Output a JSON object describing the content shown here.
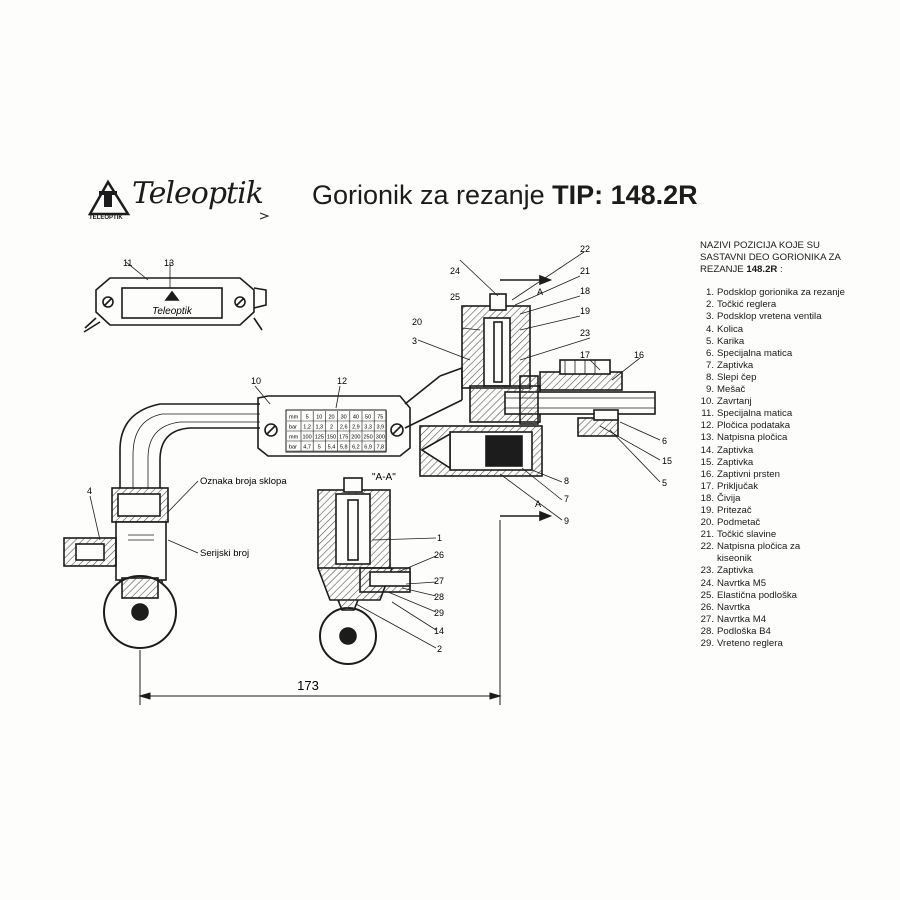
{
  "header": {
    "title_prefix": "Gorionik za rezanje ",
    "title_bold": "TIP: 148.2R",
    "logo_text": "Teleoptik",
    "logo_subtext": "TELEOPTIK"
  },
  "legend": {
    "heading_line1": "NAZIVI POZICIJA KOJE SU",
    "heading_line2": "SASTAVNI DEO GORIONIKA ZA",
    "heading_line3": "REZANJE ",
    "heading_bold": "148.2R",
    "heading_tail": " :",
    "items": [
      {
        "n": "1.",
        "label": "Podsklop gorionika za rezanje"
      },
      {
        "n": "2.",
        "label": "Točkić reglera"
      },
      {
        "n": "3.",
        "label": "Podsklop vretena ventila"
      },
      {
        "n": "4.",
        "label": "Kolica"
      },
      {
        "n": "5.",
        "label": "Karika"
      },
      {
        "n": "6.",
        "label": "Specijalna matica"
      },
      {
        "n": "7.",
        "label": "Zaptivka"
      },
      {
        "n": "8.",
        "label": "Slepi čep"
      },
      {
        "n": "9.",
        "label": "Mešač"
      },
      {
        "n": "10.",
        "label": "Zavrtanj"
      },
      {
        "n": "11.",
        "label": "Specijalna matica"
      },
      {
        "n": "12.",
        "label": "Pločica podataka"
      },
      {
        "n": "13.",
        "label": "Natpisna pločica"
      },
      {
        "n": "14.",
        "label": "Zaptivka"
      },
      {
        "n": "15.",
        "label": "Zaptivka"
      },
      {
        "n": "16.",
        "label": "Zaptivni prsten"
      },
      {
        "n": "17.",
        "label": "Priključak"
      },
      {
        "n": "18.",
        "label": "Čivija"
      },
      {
        "n": "19.",
        "label": "Pritezač"
      },
      {
        "n": "20.",
        "label": "Podmetač"
      },
      {
        "n": "21.",
        "label": "Točkić slavine"
      },
      {
        "n": "22.",
        "label": "Natpisna pločica za",
        "label2": "kiseonik"
      },
      {
        "n": "23.",
        "label": "Zaptivka"
      },
      {
        "n": "24.",
        "label": "Navrtka M5"
      },
      {
        "n": "25.",
        "label": "Elastična podloška"
      },
      {
        "n": "26.",
        "label": "Navrtka"
      },
      {
        "n": "27.",
        "label": "Navrtka M4"
      },
      {
        "n": "28.",
        "label": "Podloška B4"
      },
      {
        "n": "29.",
        "label": "Vreteno reglera"
      }
    ]
  },
  "drawing": {
    "section_label": "\"A-A\"",
    "section_marker": "A",
    "dimension": "173",
    "callout_sklop": "Oznaka broja sklopa",
    "callout_serijski": "Serijski broj",
    "plate_brand": "Teleoptik",
    "numbers": {
      "n1": "1",
      "n2": "2",
      "n3": "3",
      "n4": "4",
      "n5": "5",
      "n6": "6",
      "n7": "7",
      "n8": "8",
      "n9": "9",
      "n10": "10",
      "n11": "11",
      "n12": "12",
      "n13": "13",
      "n14": "14",
      "n15": "15",
      "n16": "16",
      "n17": "17",
      "n18": "18",
      "n19": "19",
      "n20": "20",
      "n21": "21",
      "n22": "22",
      "n23": "23",
      "n24": "24",
      "n25": "25",
      "n26": "26",
      "n27": "27",
      "n28": "28",
      "n29": "29"
    },
    "data_table": {
      "rows": [
        {
          "head": "mm",
          "cells": [
            "5",
            "10",
            "20",
            "30",
            "40",
            "50",
            "75"
          ]
        },
        {
          "head": "bar",
          "cells": [
            "1,2",
            "1,3",
            "2",
            "2,6",
            "2,9",
            "3,3",
            "3,9"
          ]
        },
        {
          "head": "mm",
          "cells": [
            "100",
            "125",
            "150",
            "175",
            "200",
            "250",
            "300"
          ]
        },
        {
          "head": "bar",
          "cells": [
            "4,7",
            "5",
            "5,4",
            "5,8",
            "6,2",
            "6,9",
            "7,8"
          ]
        }
      ]
    }
  },
  "colors": {
    "ink": "#1c1c1c",
    "paper": "#fdfdfc",
    "hatch": "#555555"
  }
}
